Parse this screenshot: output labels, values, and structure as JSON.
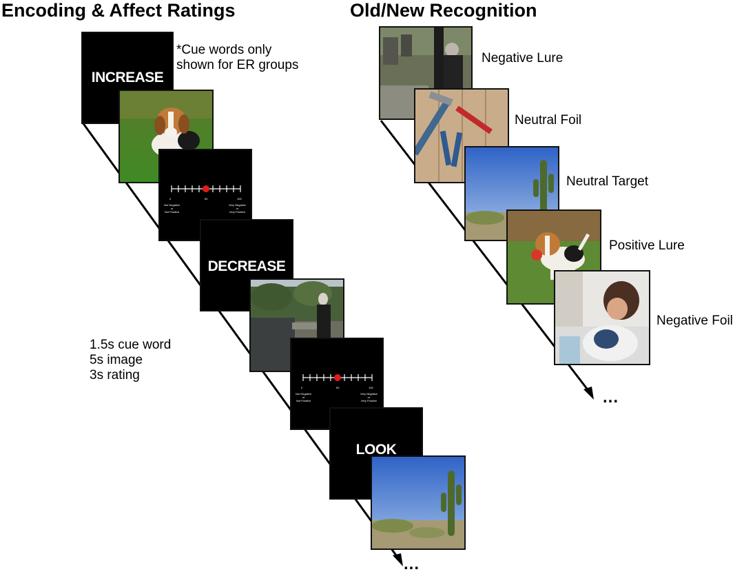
{
  "encoding": {
    "title": "Encoding & Affect Ratings",
    "note": [
      "*Cue words only",
      "shown for ER groups"
    ],
    "cues": [
      "INCREASE",
      "DECREASE",
      "LOOK"
    ],
    "timing": [
      "1.5s cue word",
      "5s image",
      "3s rating"
    ],
    "scale": {
      "min_label": "0",
      "mid_label": "50",
      "max_label": "100",
      "left_anchor": [
        "Not Negative",
        "or",
        "Not Positive"
      ],
      "right_anchor": [
        "Very Negative",
        "or",
        "Very Positive"
      ],
      "rating_marker_value": 50
    },
    "ellipsis": "..."
  },
  "recognition": {
    "title": "Old/New Recognition",
    "items": [
      "Negative Lure",
      "Neutral Foil",
      "Neutral Target",
      "Positive Lure",
      "Negative Foil"
    ],
    "ellipsis": "..."
  },
  "colors": {
    "marker": "#e01b1b",
    "background": "#ffffff",
    "card": "#000000"
  }
}
